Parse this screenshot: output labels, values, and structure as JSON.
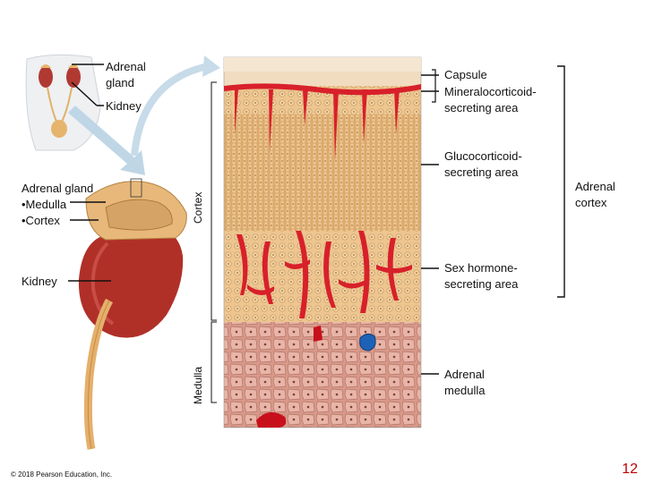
{
  "labels": {
    "adrenal_gland_top": "Adrenal\ngland",
    "kidney_top": "Kidney",
    "adrenal_gland_parts_title": "Adrenal gland",
    "medulla_part": "•Medulla",
    "cortex_part": "•Cortex",
    "kidney_bottom": "Kidney",
    "cortex_vertical": "Cortex",
    "medulla_vertical": "Medulla",
    "capsule": "Capsule",
    "mineralocorticoid": "Mineralocorticoid-\nsecreting area",
    "glucocorticoid": "Glucocorticoid-\nsecreting area",
    "adrenal_cortex": "Adrenal\ncortex",
    "sex_hormone": "Sex hormone-\nsecreting area",
    "adrenal_medulla": "Adrenal\nmedulla"
  },
  "copyright": "© 2018 Pearson Education, Inc.",
  "page_number": "12",
  "colors": {
    "kidney": "#b03028",
    "adrenal_tissue": "#e7b87a",
    "blood_vessel": "#d8202a",
    "medulla_tissue": "#d89a8c",
    "arrow": "#bcd4e6",
    "page_number": "#c00000"
  }
}
